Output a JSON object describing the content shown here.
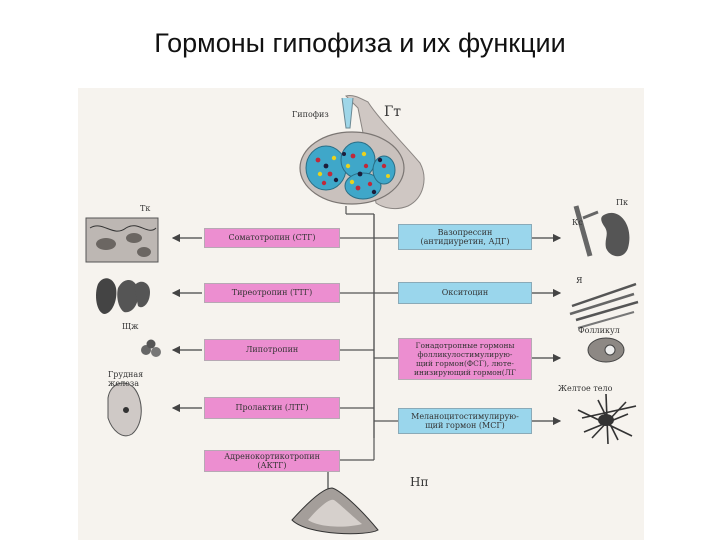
{
  "title": "Гормоны гипофиза и их функции",
  "labels": {
    "hypophysis": "Гипофиз",
    "gt": "Гт",
    "tk": "Тк",
    "shzh": "Щж",
    "breast": "Грудная\nжелеза",
    "pk": "Пк",
    "ks": "Кс",
    "ya": "Я",
    "follicle": "Фолликул",
    "corpus_luteum": "Желтое тело",
    "np": "Нп"
  },
  "left_hormones": [
    "Соматотропин (СТГ)",
    "Тиреотропин (ТТГ)",
    "Липотропин",
    "Пролактин (ЛТГ)",
    "Адренокортикотропин\n(АКТГ)"
  ],
  "right_hormones": [
    "Вазопрессин\n(антидиуретин, АДГ)",
    "Окситоцин",
    "Гонадотропные гормоны\nфолликулостимулирую-\nщий гормон(ФСГ), люте-\nинизирующий гормон(ЛГ",
    "Меланоцитостимулирую-\nщий гормон (МСГ)"
  ],
  "colors": {
    "pink_box": "#ec8ed0",
    "blue_box": "#9ad6ec",
    "gland_blue": "#3fa7c9",
    "gland_tissue": "#c9c1bd"
  },
  "icons": [
    "gland-lobule-icon",
    "bone-tissue-icon",
    "thyroid-icon",
    "cells-icon",
    "breast-icon",
    "kidney-icon",
    "vessel-icon",
    "muscle-icon",
    "follicle-icon",
    "melanocyte-icon",
    "adrenal-icon"
  ]
}
